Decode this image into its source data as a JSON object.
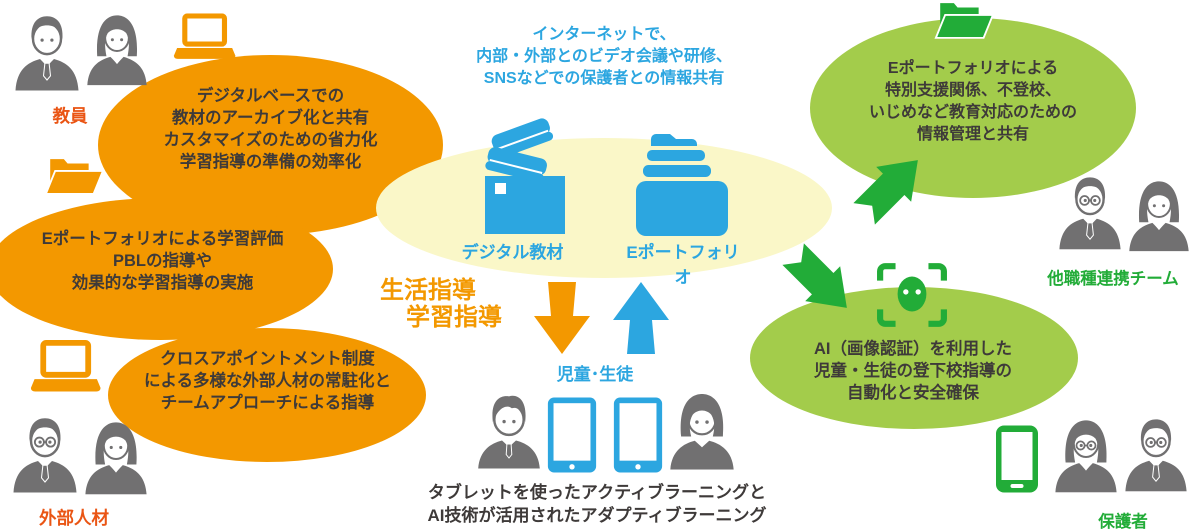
{
  "colors": {
    "orange": "#F39800",
    "orange_label": "#EA5514",
    "blue": "#2CA6E0",
    "pale_yellow": "#FAF7C8",
    "light_green": "#A3CC4B",
    "green": "#22AC38",
    "text_dark": "#3E3A39",
    "people_gray": "#717071"
  },
  "labels": {
    "teachers": "教員",
    "external_staff": "外部人材",
    "students": "児童･生徒",
    "collab_team": "他職種連携チーム",
    "guardians": "保護者",
    "digital_materials": "デジタル教材",
    "eportfolio": "Eポートフォリオ"
  },
  "bubbles": {
    "digital_base": {
      "lines": [
        "デジタルベースでの",
        "教材のアーカイブ化と共有",
        "カスタマイズのための省力化",
        "学習指導の準備の効率化"
      ]
    },
    "eportfolio_eval": {
      "lines": [
        "Eポートフォリオによる学習評価",
        "PBLの指導や",
        "効果的な学習指導の実施"
      ]
    },
    "cross_appointment": {
      "lines": [
        "クロスアポイントメント制度",
        "による多様な外部人材の常駐化と",
        "チームアプローチによる指導"
      ]
    },
    "special_support": {
      "lines": [
        "Eポートフォリオによる",
        "特別支援関係、不登校、",
        "いじめなど教育対応のための",
        "情報管理と共有"
      ]
    },
    "ai_recognition": {
      "lines": [
        "AI（画像認証）を利用した",
        "児童・生徒の登下校指導の",
        "自動化と安全確保"
      ]
    }
  },
  "notes": {
    "internet": {
      "lines": [
        "インターネットで、",
        "内部・外部とのビデオ会議や研修、",
        "SNSなどでの保護者との情報共有"
      ]
    },
    "guidance": {
      "lines": [
        "生活指導",
        "学習指導"
      ]
    },
    "learning": {
      "lines": [
        "タブレットを使ったアクティブラーニングと",
        "AI技術が活用されたアダプティブラーニング"
      ]
    }
  }
}
